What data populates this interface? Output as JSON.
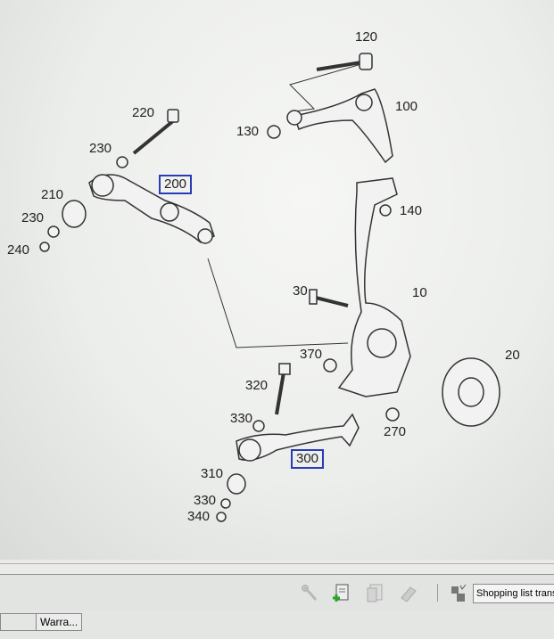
{
  "diagram": {
    "callouts": [
      "120",
      "100",
      "220",
      "130",
      "230",
      "200",
      "210",
      "230",
      "140",
      "240",
      "30",
      "10",
      "370",
      "20",
      "320",
      "330",
      "270",
      "300",
      "310",
      "330",
      "340"
    ],
    "boxed_callouts": [
      "200",
      "300"
    ],
    "box_color": "#2a3bb8"
  },
  "toolbar": {
    "icons": [
      "wrench-icon",
      "add-document-icon",
      "document-icon",
      "eraser-icon",
      "shopping-list-icon"
    ],
    "shopping_list_label": "Shopping list trans"
  },
  "statusbar": {
    "tab_label": "Warra..."
  }
}
